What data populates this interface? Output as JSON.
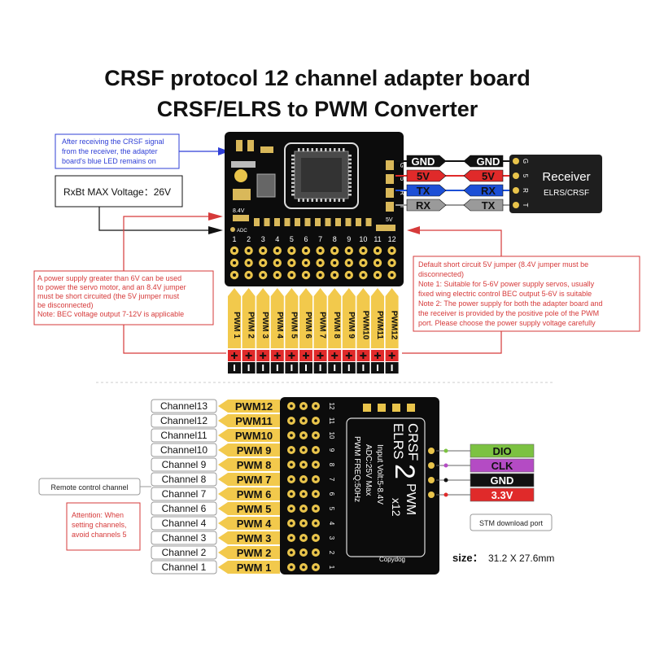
{
  "title_line1": "CRSF protocol 12 channel adapter board",
  "title_line2": "CRSF/ELRS to PWM Converter",
  "top": {
    "note_blue": [
      "After receiving the CRSF signal",
      "from the receiver, the adapter",
      "board's blue LED remains on"
    ],
    "rxbt_label": "RxBt MAX Voltage：26V",
    "note_left": [
      "A power supply greater than 6V can be used",
      "to power the servo motor, and an 8.4V jumper",
      "must be short circuited (the 5V jumper must",
      "be disconnected)",
      "Note: BEC voltage output 7-12V is applicable"
    ],
    "note_right": [
      "Default short circuit 5V jumper (8.4V jumper must be",
      "disconnected)",
      "Note 1: Suitable for 5-6V power supply servos, usually",
      "fixed wing electric control BEC output 5-6V is suitable",
      "Note 2: The power supply for both the adapter board and",
      "the receiver is provided by the positive pole of the PWM",
      "port. Please choose the power supply voltage carefully"
    ],
    "board_small_labels": {
      "v84": "8.4V",
      "adc": "ADC",
      "v5": "5V",
      "g": "G",
      "five": "5",
      "r": "R",
      "t": "T"
    },
    "channel_numbers": [
      "1",
      "2",
      "3",
      "4",
      "5",
      "6",
      "7",
      "8",
      "9",
      "10",
      "11",
      "12"
    ],
    "pwm_labels": [
      "PWM 1",
      "PWM 2",
      "PWM 3",
      "PWM 4",
      "PWM 5",
      "PWM 6",
      "PWM 7",
      "PWM 8",
      "PWM 9",
      "PWM10",
      "PWM11",
      "PWM12"
    ],
    "wires": [
      {
        "board": "GND",
        "receiver": "GND"
      },
      {
        "board": "5V",
        "receiver": "5V"
      },
      {
        "board": "TX",
        "receiver": "RX"
      },
      {
        "board": "RX",
        "receiver": "TX"
      }
    ],
    "receiver_title": "Receiver",
    "receiver_sub": "ELRS/CRSF",
    "receiver_pins": [
      "G",
      "5",
      "R",
      "T"
    ],
    "colors": {
      "gnd": "#111111",
      "v5": "#e02a2a",
      "tx": "#1c4fd6",
      "rx": "#9a9a9a",
      "pwm_tag": "#f2c94c",
      "note_red": "#d63a3a",
      "note_blue": "#2f3fd6"
    }
  },
  "bottom": {
    "channels": [
      "Channel13",
      "Channel12",
      "Channel11",
      "Channel10",
      "Channel 9",
      "Channel 8",
      "Channel 7",
      "Channel 6",
      "Channel 4",
      "Channel 3",
      "Channel 2",
      "Channel 1"
    ],
    "pwm_tags": [
      "PWM12",
      "PWM11",
      "PWM10",
      "PWM 9",
      "PWM 8",
      "PWM 7",
      "PWM 6",
      "PWM 5",
      "PWM 4",
      "PWM 3",
      "PWM 2",
      "PWM 1"
    ],
    "pin_numbers": [
      "12",
      "11",
      "10",
      "9",
      "8",
      "7",
      "6",
      "5",
      "4",
      "3",
      "2",
      "1"
    ],
    "remote_label": "Remote control channel",
    "attention": [
      "Attention: When",
      "setting channels,",
      "avoid channels 5"
    ],
    "board_text": {
      "crsf": "CRSF",
      "elrs": "ELRS",
      "two": "2",
      "pwm": "PWM",
      "x12": "x12",
      "input": "Input Volt:5-8.4V",
      "adc": "ADC:25V Max",
      "freq": "PWM FREQ:50Hz",
      "brand": "Copydog"
    },
    "stm_pins": [
      {
        "label": "DIO",
        "color": "#7cc242"
      },
      {
        "label": "CLK",
        "color": "#b44bc4"
      },
      {
        "label": "GND",
        "color": "#111111"
      },
      {
        "label": "3.3V",
        "color": "#e02a2a"
      }
    ],
    "stm_label": "STM download port",
    "size_label": "size：",
    "size_value": "31.2 X 27.6mm"
  }
}
